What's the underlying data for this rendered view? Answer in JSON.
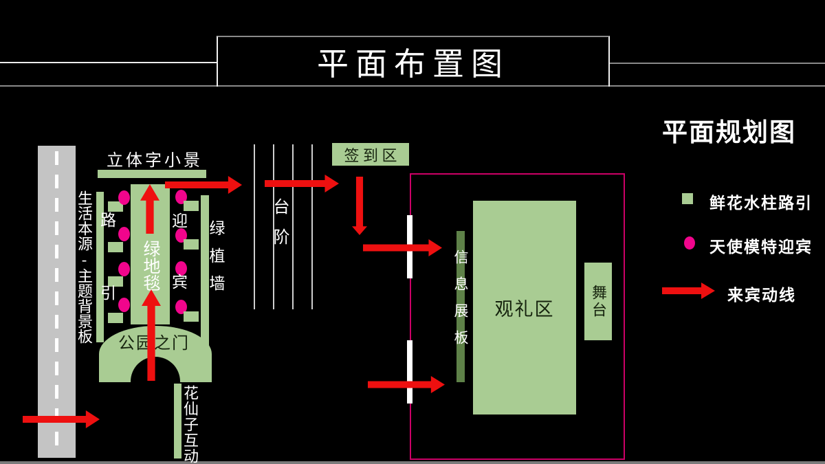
{
  "header": {
    "title": "平面布置图"
  },
  "plan_heading": "平面规划图",
  "diagram": {
    "scene_sign_label": "立体字小景",
    "background_board_label": "生活本源-主题背景板",
    "road_guide": {
      "top_char": "路",
      "bottom_char": "引"
    },
    "green_carpet_label": "绿地毯",
    "welcome": {
      "top_char": "迎",
      "bottom_char": "宾"
    },
    "green_wall_label": "绿植墙",
    "park_gate_label": "公园之门",
    "flower_fairy_label": "花仙子互动",
    "steps_label": "台阶",
    "sign_in_label": "签 到 区",
    "info_board_label": "信息展板",
    "ceremony_area_label": "观礼区",
    "stage_label": "舞台"
  },
  "legend": {
    "items": [
      {
        "marker": "green-square",
        "label": "鲜花水柱路引"
      },
      {
        "marker": "pink-dot",
        "label": "天使模特迎宾"
      },
      {
        "marker": "red-arrow",
        "label": "来宾动线"
      }
    ]
  },
  "colors": {
    "light_green": "#a9cc93",
    "dark_green": "#5e8148",
    "angel_pink": "#f1058c",
    "boundary_pink": "#cc0066",
    "arrow_red": "#ee1010",
    "road_gray": "#c4c4c4"
  }
}
